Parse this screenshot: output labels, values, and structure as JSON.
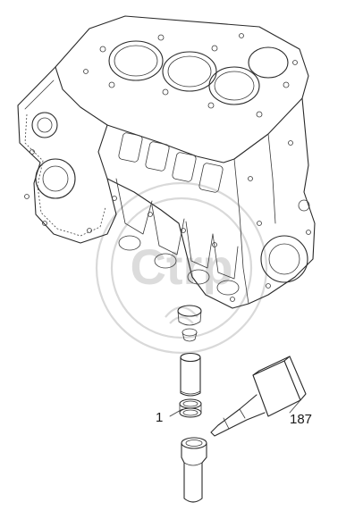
{
  "callouts": {
    "part_1": "1",
    "part_187": "187"
  },
  "watermark": {
    "text": "Ctrp"
  },
  "colors": {
    "line": "#2a2a2a",
    "background": "#ffffff",
    "watermark": "#d9d9d9"
  }
}
